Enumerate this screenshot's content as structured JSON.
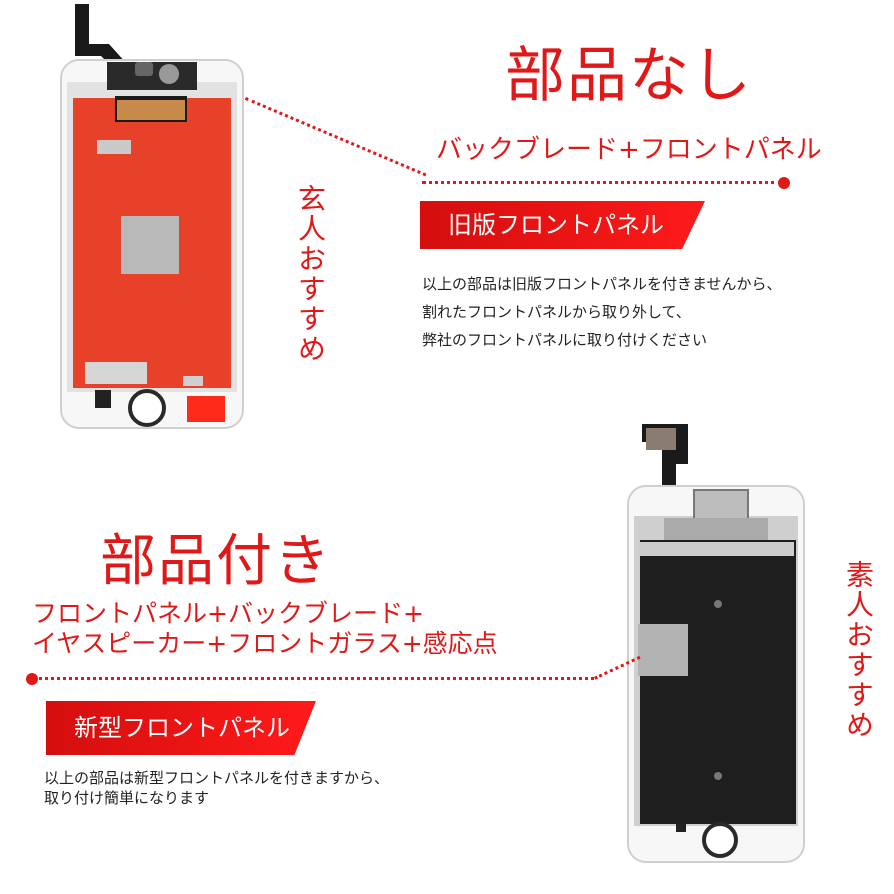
{
  "top": {
    "title": "部品なし",
    "subtitle": "バックブレード+フロントパネル",
    "vertical": "玄人おすすめ",
    "banner": "旧版フロントパネル",
    "note": [
      "以上の部品は旧版フロントパネルを付きませんから、",
      "割れたフロントパネルから取り外して、",
      "弊社のフロントパネルに取り付けください"
    ]
  },
  "bottom": {
    "title": "部品付き",
    "subtitle_line1": "フロントパネル+バックブレード+",
    "subtitle_line2": "イヤスピーカー+フロントガラス+感応点",
    "vertical": "素人おすすめ",
    "banner": "新型フロントパネル",
    "note": [
      "以上の部品は新型フロントパネルを付きますから、",
      "取り付け簡単になります"
    ]
  },
  "colors": {
    "accent": "#e01818",
    "panel_red": "#e8412a",
    "panel_black": "#1e1e1e",
    "frame": "#f4f4f4"
  }
}
